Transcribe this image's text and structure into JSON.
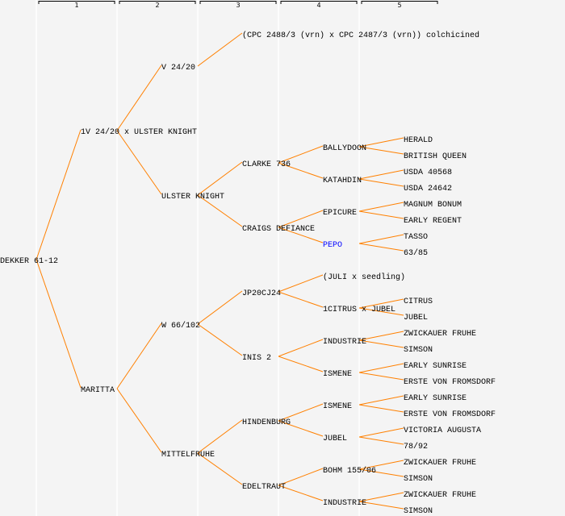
{
  "colors": {
    "background": "#f4f4f4",
    "line": "#ff8000",
    "text": "#000000",
    "highlight": "#0000ff",
    "divider": "#ffffff"
  },
  "header": {
    "columns": [
      "1",
      "2",
      "3",
      "4",
      "5"
    ]
  },
  "pedigree": {
    "name": "DEKKER 61-12",
    "children": [
      {
        "name": "1V 24/20 x ULSTER KNIGHT",
        "children": [
          {
            "name": "V 24/20",
            "children": [
              {
                "name": "(CPC 2488/3 (vrn) x CPC 2487/3 (vrn)) colchicined"
              },
              null
            ]
          },
          {
            "name": "ULSTER KNIGHT",
            "children": [
              {
                "name": "CLARKE 736",
                "children": [
                  {
                    "name": "BALLYDOON",
                    "children": [
                      {
                        "name": "HERALD"
                      },
                      {
                        "name": "BRITISH QUEEN"
                      }
                    ]
                  },
                  {
                    "name": "KATAHDIN",
                    "children": [
                      {
                        "name": "USDA 40568"
                      },
                      {
                        "name": "USDA 24642"
                      }
                    ]
                  }
                ]
              },
              {
                "name": "CRAIGS DEFIANCE",
                "children": [
                  {
                    "name": "EPICURE",
                    "children": [
                      {
                        "name": "MAGNUM BONUM"
                      },
                      {
                        "name": "EARLY REGENT"
                      }
                    ]
                  },
                  {
                    "name": "PEPO",
                    "highlight": true,
                    "children": [
                      {
                        "name": "TASSO"
                      },
                      {
                        "name": "63/85"
                      }
                    ]
                  }
                ]
              }
            ]
          }
        ]
      },
      {
        "name": "MARITTA",
        "children": [
          {
            "name": "W 66/102",
            "children": [
              {
                "name": "JP20CJ24",
                "children": [
                  {
                    "name": "(JULI x seedling)"
                  },
                  {
                    "name": "1CITRUS x JUBEL",
                    "children": [
                      {
                        "name": "CITRUS"
                      },
                      {
                        "name": "JUBEL"
                      }
                    ]
                  }
                ]
              },
              {
                "name": "INIS 2",
                "children": [
                  {
                    "name": "INDUSTRIE",
                    "children": [
                      {
                        "name": "ZWICKAUER FRUHE"
                      },
                      {
                        "name": "SIMSON"
                      }
                    ]
                  },
                  {
                    "name": "ISMENE",
                    "children": [
                      {
                        "name": "EARLY SUNRISE"
                      },
                      {
                        "name": "ERSTE VON FROMSDORF"
                      }
                    ]
                  }
                ]
              }
            ]
          },
          {
            "name": "MITTELFRUHE",
            "children": [
              {
                "name": "HINDENBURG",
                "children": [
                  {
                    "name": "ISMENE",
                    "children": [
                      {
                        "name": "EARLY SUNRISE"
                      },
                      {
                        "name": "ERSTE VON FROMSDORF"
                      }
                    ]
                  },
                  {
                    "name": "JUBEL",
                    "children": [
                      {
                        "name": "VICTORIA AUGUSTA"
                      },
                      {
                        "name": "78/92"
                      }
                    ]
                  }
                ]
              },
              {
                "name": "EDELTRAUT",
                "children": [
                  {
                    "name": "BOHM 155/06",
                    "children": [
                      {
                        "name": "ZWICKAUER FRUHE"
                      },
                      {
                        "name": "SIMSON"
                      }
                    ]
                  },
                  {
                    "name": "INDUSTRIE",
                    "children": [
                      {
                        "name": "ZWICKAUER FRUHE"
                      },
                      {
                        "name": "SIMSON"
                      }
                    ]
                  }
                ]
              }
            ]
          }
        ]
      }
    ]
  }
}
